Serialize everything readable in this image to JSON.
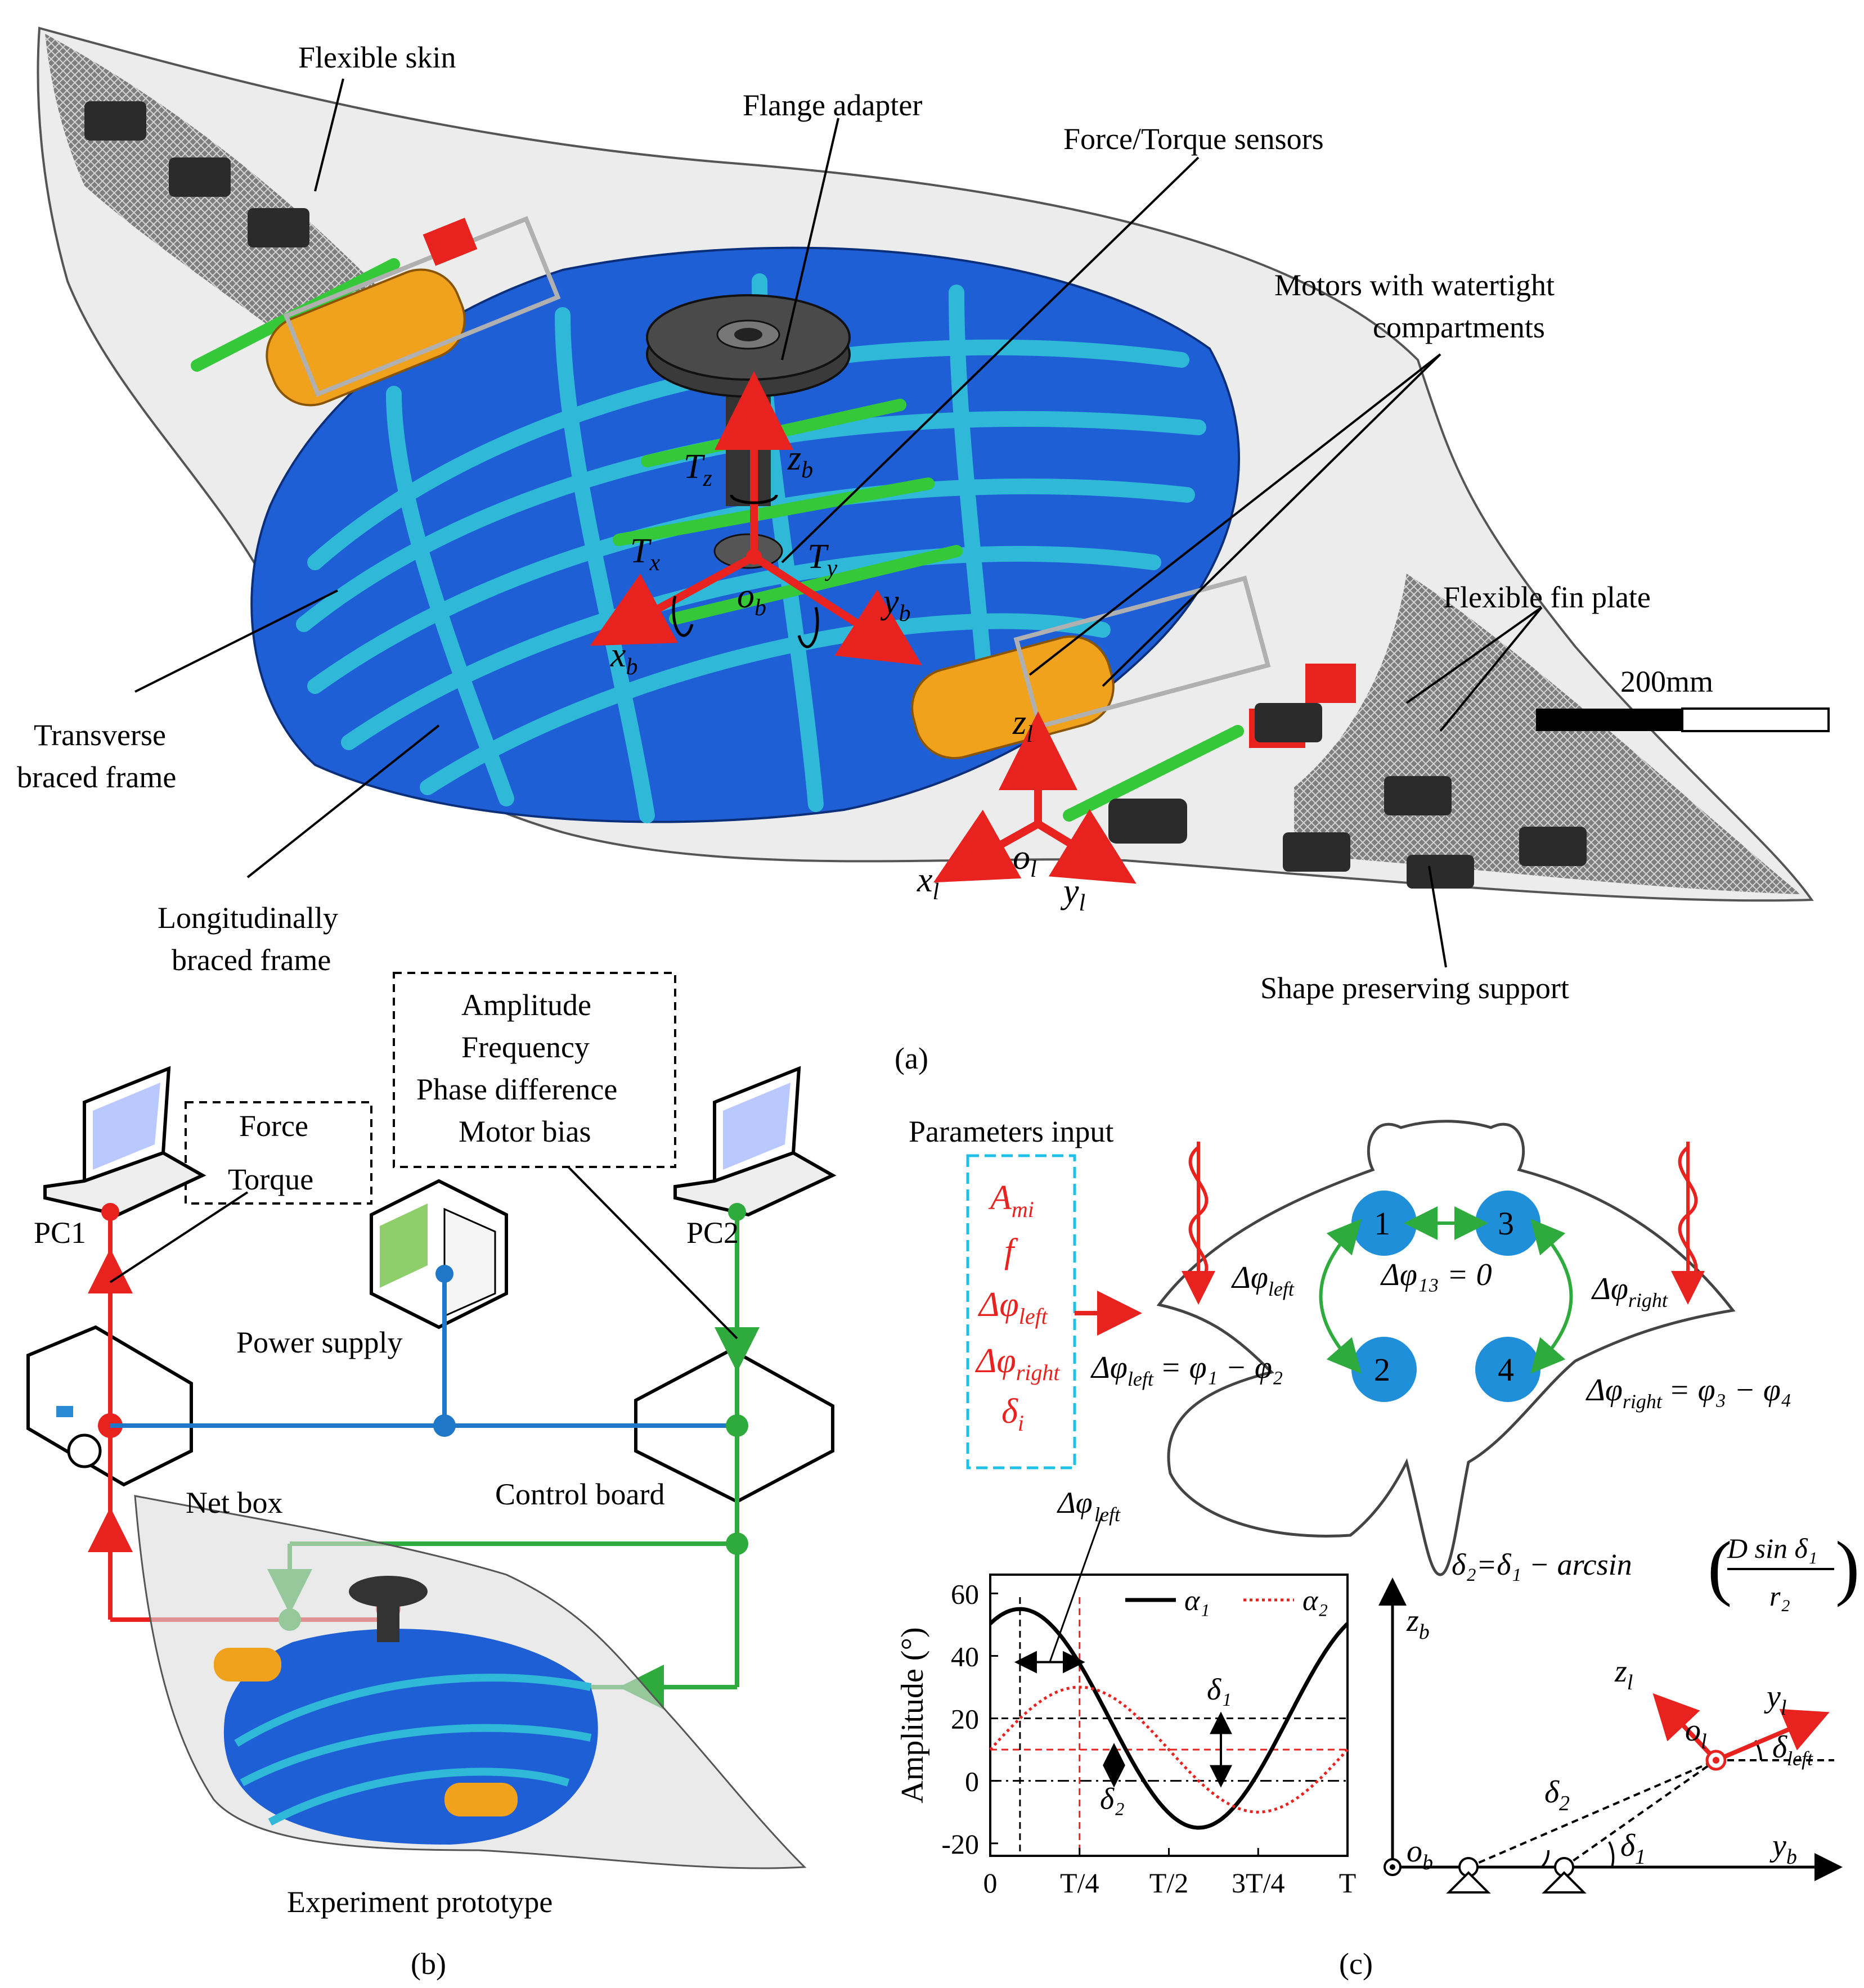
{
  "panel_a": {
    "caption": "(a)",
    "labels": {
      "flexible_skin": "Flexible skin",
      "flange_adapter": "Flange adapter",
      "force_torque_sensors": "Force/Torque sensors",
      "motors_line1": "Motors with watertight",
      "motors_line2": "compartments",
      "flexible_fin_plate": "Flexible fin plate",
      "transverse_line1": "Transverse",
      "transverse_line2": "braced frame",
      "longitudinal_line1": "Longitudinally",
      "longitudinal_line2": "braced frame",
      "shape_support": "Shape preserving support",
      "scale": "200mm"
    },
    "axes_body": {
      "z": "z",
      "z_sub": "b",
      "x": "x",
      "x_sub": "b",
      "y": "y",
      "y_sub": "b",
      "o": "o",
      "o_sub": "b",
      "tz": "T",
      "tz_sub": "z",
      "tx": "T",
      "tx_sub": "x",
      "ty": "T",
      "ty_sub": "y"
    },
    "axes_local": {
      "z": "z",
      "z_sub": "l",
      "x": "x",
      "x_sub": "l",
      "y": "y",
      "y_sub": "l",
      "o": "o",
      "o_sub": "l"
    },
    "colors": {
      "dark_blue": "#1f5fd6",
      "cyan": "#2fb8d8",
      "green": "#35c93a",
      "orange": "#f0a21c",
      "gray_skin": "#d9d9d9"
    }
  },
  "panel_b": {
    "caption": "(b)",
    "box_params": [
      "Amplitude",
      "Frequency",
      "Phase difference",
      "Motor bias"
    ],
    "box_force": [
      "Force",
      "Torque"
    ],
    "pc1": "PC1",
    "pc2": "PC2",
    "power_supply": "Power supply",
    "net_box": "Net box",
    "control_board": "Control board",
    "prototype": "Experiment prototype",
    "line_colors": {
      "red": "#e8231f",
      "blue": "#1f77c8",
      "green": "#2eab3c"
    }
  },
  "panel_c": {
    "caption": "(c)",
    "parameters_title": "Parameters input",
    "parameters": [
      {
        "sym": "A",
        "sub": "mi"
      },
      {
        "sym": "f",
        "sub": ""
      },
      {
        "sym": "Δφ",
        "sub": "left"
      },
      {
        "sym": "Δφ",
        "sub": "right"
      },
      {
        "sym": "δ",
        "sub": "i"
      }
    ],
    "motors": [
      "1",
      "2",
      "3",
      "4"
    ],
    "eq_13": "Δφ₁₃ = 0",
    "dphi_left": "Δφ",
    "dphi_right": "Δφ",
    "eq_left": "= φ₁ − φ₂",
    "eq_right": "= φ₃ − φ₄",
    "delta_eq": "δ₂=δ₁ − arcsin",
    "delta_eq_num": "D sin δ₁",
    "delta_eq_den": "r₂",
    "plot_phase_label": "Δφ",
    "geom_labels": {
      "zb": "z",
      "yb": "y",
      "ob": "o",
      "zl": "z",
      "yl": "y",
      "ol": "o",
      "d1": "δ",
      "d2": "δ",
      "dleft": "δ"
    }
  },
  "chart_data": {
    "type": "line",
    "title": "",
    "xlabel": "",
    "ylabel": "Amplitude (°)",
    "x_ticks": [
      "0",
      "T/4",
      "T/2",
      "3T/4",
      "T"
    ],
    "y_ticks": [
      60,
      40,
      20,
      0,
      -20
    ],
    "ylim": [
      -24,
      66
    ],
    "xlim": [
      0,
      1
    ],
    "series": [
      {
        "name": "α₁",
        "style": "solid",
        "color": "#000000",
        "mean": 20,
        "amplitude": 35,
        "phase_peak": 0.0833
      },
      {
        "name": "α₂",
        "style": "dotted",
        "color": "#e8231f",
        "mean": 10,
        "amplitude": 20,
        "phase_peak": 0.25
      }
    ],
    "reference_lines": [
      20,
      10,
      0
    ],
    "annotations": [
      "δ₁",
      "δ₂"
    ],
    "legend_position": "top-right"
  }
}
